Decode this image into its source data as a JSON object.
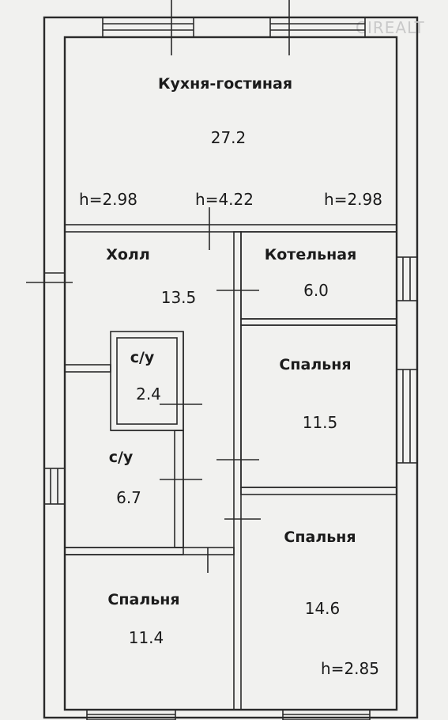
{
  "watermark": "CIREALT",
  "rooms": [
    {
      "name": "Кухня-гостиная",
      "area": "27.2"
    },
    {
      "name": "Холл",
      "area": "13.5"
    },
    {
      "name": "Котельная",
      "area": "6.0"
    },
    {
      "name": "с/у",
      "area": "2.4"
    },
    {
      "name": "Спальня",
      "area": "11.5"
    },
    {
      "name": "с/у",
      "area": "6.7"
    },
    {
      "name": "Спальня",
      "area": "14.6"
    },
    {
      "name": "Спальня",
      "area": "11.4"
    }
  ],
  "heights": [
    "h=2.98",
    "h=4.22",
    "h=2.98",
    "h=2.85"
  ]
}
